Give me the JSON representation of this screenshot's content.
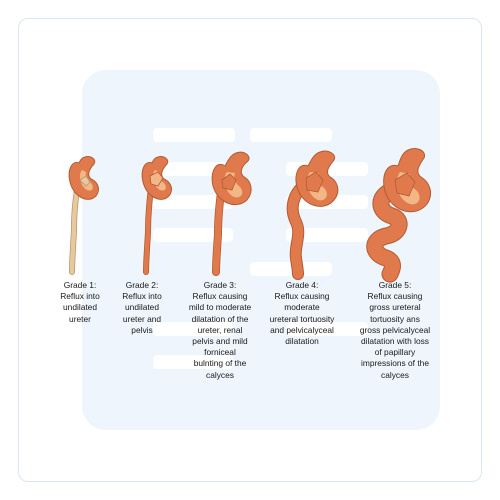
{
  "grades": [
    {
      "title": "Grade 1:",
      "lines": [
        "Reflux into",
        "undilated",
        "ureter"
      ]
    },
    {
      "title": "Grade 2:",
      "lines": [
        "Reflux into",
        "undilated",
        "ureter and",
        "pelvis"
      ]
    },
    {
      "title": "Grade 3:",
      "lines": [
        "Reflux causing",
        "mild to moderate",
        "dilatation of the",
        "ureter, renal",
        "pelvis and mild",
        "forniceal",
        "bulnting of the",
        "calyces"
      ]
    },
    {
      "title": "Grade 4:",
      "lines": [
        "Reflux causing",
        "moderate",
        "ureteral tortuosity",
        "and pelvicalyceal",
        "dilatation"
      ]
    },
    {
      "title": "Grade 5:",
      "lines": [
        "Reflux causing",
        "gross ureteral",
        "tortuosity ans",
        "gross pelvicalyceal",
        "dilatation with loss",
        "of papillary",
        "impressions of the",
        "calyces"
      ]
    }
  ],
  "colors": {
    "grade1_ureter": "#e7c9a0",
    "kidney_outer": "#e07a4d",
    "kidney_inner": "#f3b787",
    "ureter_dilated": "#e07a4d",
    "outline": "#b35a30"
  }
}
